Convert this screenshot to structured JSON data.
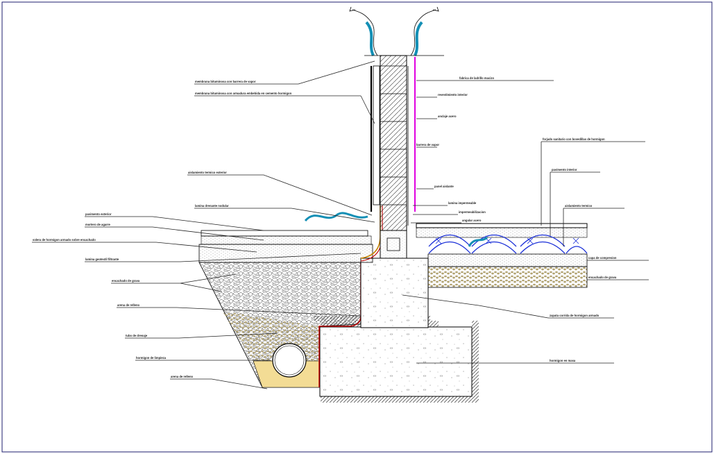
{
  "labels": {
    "membrane": "membrana bituminosa con barrera de vapor",
    "embedded_membrane": "membrana bituminosa con armadura embebida en cemento hormigon",
    "exterior_insulation": "aislamiento termico exterior",
    "drainage_sheet": "lamina drenante nodular",
    "paving": "pavimento exterior",
    "mortar_bed": "mortero de agarre",
    "base_concrete": "solera de hormigon armado sobre encachado",
    "geotextile": "lamina geotextil filtrante",
    "gravel_fill": "encachado de grava",
    "sand": "arena de relleno",
    "drain_pipe": "tubo de drenaje",
    "clean_concrete": "hormigon de limpieza",
    "brick_wall": "fabrica de ladrillo macizo",
    "interior_finish": "revestimiento interior",
    "reinforcing": "anclaje acero",
    "vapor_barrier": "barrera de vapor",
    "insulation_board": "panel aislante",
    "dpc_strip": "lamina impermeable",
    "waterproof_sheet": "impermeabilizacion",
    "angle_detail": "angular acero",
    "floor_slab_note": "forjado sanitario con bovedillas de hormigon",
    "floor_finish": "pavimento interior",
    "floor_insulation": "aislamiento termico",
    "compression_layer": "capa de compresion",
    "gravel_bed": "encachado de grava",
    "footing": "zapata corrida de hormigon armado",
    "base_footing": "hormigon en masa"
  }
}
